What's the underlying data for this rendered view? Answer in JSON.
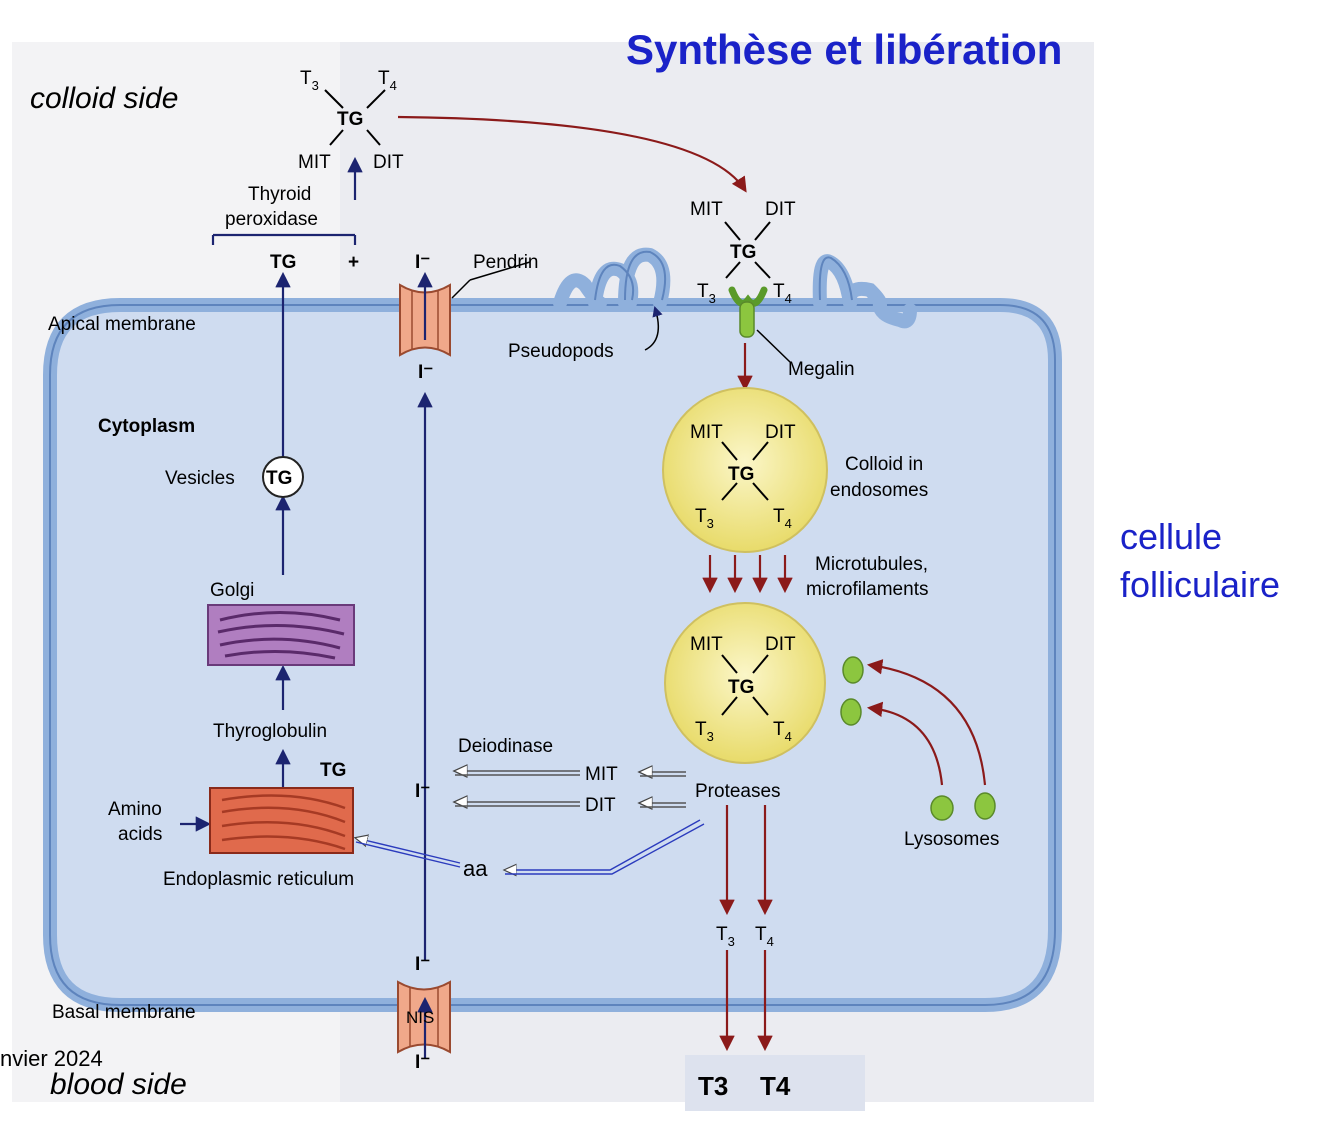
{
  "title": "Synthèse et libération",
  "side_label_line1": "cellule",
  "side_label_line2": "folliculaire",
  "colloid_side": "colloid side",
  "blood_side": "blood side",
  "footer_date": "nvier 2024",
  "labels": {
    "thyroid_peroxidase_1": "Thyroid",
    "thyroid_peroxidase_2": "peroxidase",
    "tg": "TG",
    "plus": "+",
    "iodide": "I⁻",
    "pendrin": "Pendrin",
    "apical_membrane": "Apical membrane",
    "pseudopods": "Pseudopods",
    "megalin": "Megalin",
    "cytoplasm": "Cytoplasm",
    "vesicles": "Vesicles",
    "colloid_endosomes_1": "Colloid in",
    "colloid_endosomes_2": "endosomes",
    "microtubules_1": "Microtubules,",
    "microtubules_2": "microfilaments",
    "golgi": "Golgi",
    "thyroglobulin": "Thyroglobulin",
    "deiodinase": "Deiodinase",
    "mit": "MIT",
    "dit": "DIT",
    "t3": "T",
    "t4": "T",
    "sub3": "3",
    "sub4": "4",
    "proteases": "Proteases",
    "lysosomes": "Lysosomes",
    "amino_1": "Amino",
    "amino_2": "acids",
    "aa": "aa",
    "er": "Endoplasmic reticulum",
    "basal_membrane": "Basal membrane",
    "nis": "NIS",
    "t3_out": "T3",
    "t4_out": "T4"
  },
  "colors": {
    "title_blue": "#1a22c8",
    "cell_fill": "#cfdcf0",
    "membrane": "#8fb0dc",
    "arrow_blue": "#1c2470",
    "arrow_red": "#8b1a1a",
    "colloid_yellow": "#f4eb9a",
    "lysosome_green": "#8cc63f",
    "golgi_purple": "#b07ec0",
    "er_red": "#e06a4c",
    "transporter": "#f0a88a"
  }
}
